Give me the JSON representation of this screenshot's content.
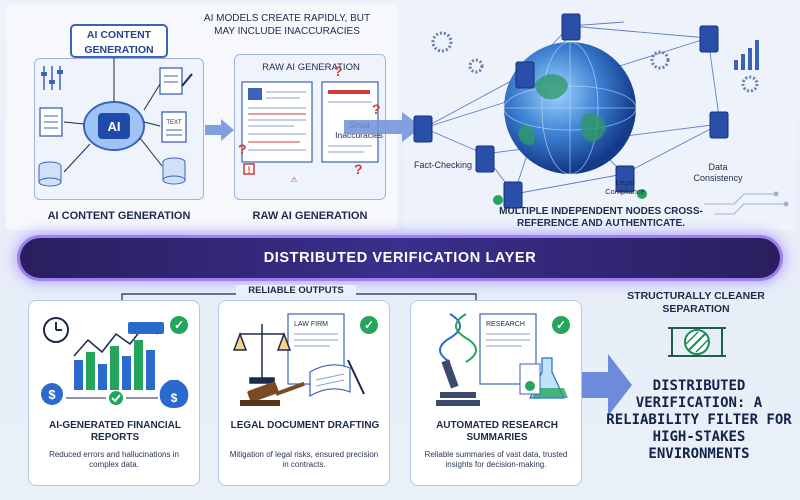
{
  "top_left": {
    "generation_title": "AI CONTENT GENERATION",
    "top_note": "AI MODELS CREATE RAPIDLY, BUT MAY INCLUDE INACCURACIES",
    "raw_box_title": "RAW AI GENERATION",
    "chip_label": "AI",
    "text_doc_label": "TEXT",
    "small_inaccuracies": "Small Inaccuracies",
    "caption_left": "AI CONTENT GENERATION",
    "caption_right": "RAW AI GENERATION"
  },
  "top_right": {
    "label_fact": "Fact-Checking",
    "label_legal": "Legal Compliance",
    "label_data": "Data Consistency",
    "nodes_caption": "MULTIPLE INDEPENDENT NODES CROSS-REFERENCE AND AUTHENTICATE."
  },
  "layer": {
    "label": "DISTRIBUTED VERIFICATION LAYER"
  },
  "reliable_outputs": "RELIABLE OUTPUTS",
  "cards": [
    {
      "title": "AI-GENERATED FINANCIAL REPORTS",
      "desc": "Reduced errors and hallucinations in complex data."
    },
    {
      "title": "LEGAL DOCUMENT DRAFTING",
      "desc": "Mitigation of legal risks, ensured precision in contracts.",
      "doc_label": "LAW FIRM"
    },
    {
      "title": "AUTOMATED RESEARCH SUMMARIES",
      "desc": "Reliable summaries of vast data, trusted insights for decision-making.",
      "doc_label": "RESEARCH"
    }
  ],
  "structural_note": "STRUCTURALLY CLEANER SEPARATION",
  "conclusion": "DISTRIBUTED VERIFICATION: A RELIABILITY FILTER FOR HIGH-STAKES ENVIRONMENTS",
  "colors": {
    "accent_blue": "#3b63b8",
    "check_green": "#25a55c",
    "layer_purple": "#3a2f8c",
    "error_red": "#d33a3a"
  }
}
